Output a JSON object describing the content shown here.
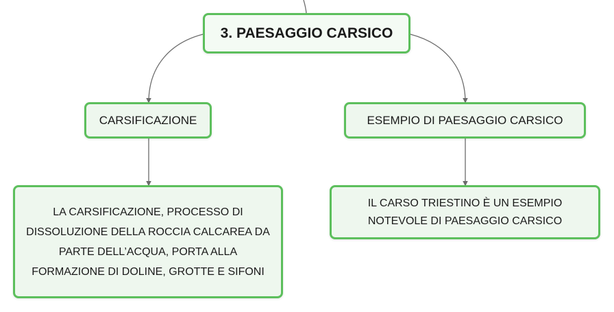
{
  "mindmap": {
    "root": {
      "label": "3. PAESAGGIO CARSICO"
    },
    "branches": [
      {
        "label": "CARSIFICAZIONE",
        "detail_lines": [
          "LA CARSIFICAZIONE, PROCESSO DI",
          "DISSOLUZIONE DELLA ROCCIA CALCAREA DA",
          "PARTE DELL’ACQUA, PORTA ALLA",
          "FORMAZIONE DI DOLINE, GROTTE E SIFONI"
        ]
      },
      {
        "label": "ESEMPIO DI PAESAGGIO CARSICO",
        "detail_lines": [
          "IL CARSO TRIESTINO È UN ESEMPIO",
          "NOTEVOLE DI PAESAGGIO CARSICO"
        ]
      }
    ]
  },
  "colors": {
    "node_border": "#5cbf5c",
    "node_fill": "#eef7ee",
    "connector": "#6b6b6b",
    "text": "#1a1a1a"
  }
}
